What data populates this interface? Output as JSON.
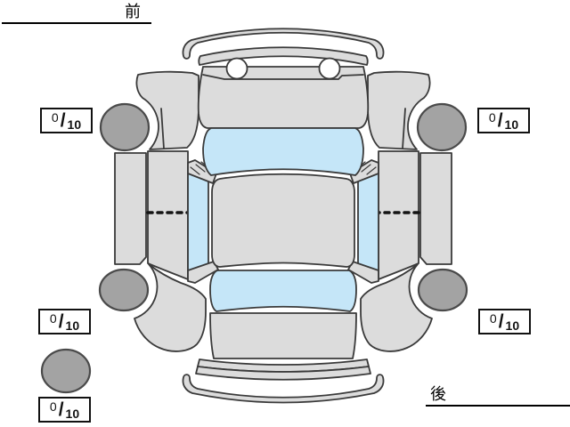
{
  "labels": {
    "front": "前",
    "rear": "後"
  },
  "separator": "/",
  "ratings": {
    "front_left": {
      "score": "0",
      "max": "10"
    },
    "front_right": {
      "score": "0",
      "max": "10"
    },
    "rear_left": {
      "score": "0",
      "max": "10"
    },
    "rear_right": {
      "score": "0",
      "max": "10"
    },
    "spare": {
      "score": "0",
      "max": "10"
    }
  },
  "colors": {
    "body": "#dcdcdc",
    "window": "#c5e6f8",
    "tire": "#a3a3a3",
    "tire_outline": "#4a4a4a",
    "outline": "#3a3a3a",
    "headlight": "#ffffff",
    "dash": "#141414",
    "background": "#ffffff"
  }
}
